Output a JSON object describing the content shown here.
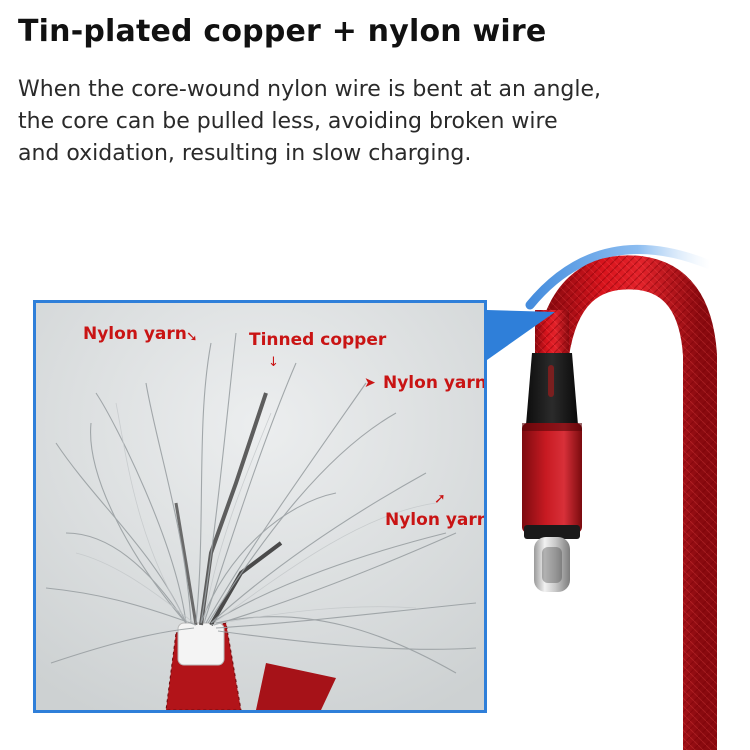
{
  "heading": "Tin-plated copper + nylon wire",
  "description": {
    "line1": "When the core-wound nylon wire is bent at an angle,",
    "line2": "the core can be pulled less, avoiding broken wire",
    "line3": "and oxidation, resulting in slow charging."
  },
  "callouts": {
    "nylon_yarn_1": "Nylon yarn",
    "tinned_copper": "Tinned copper",
    "nylon_yarn_2": "Nylon yarn",
    "nylon_yarn_3": "Nylon yarn"
  },
  "colors": {
    "frame_border": "#2f7fd9",
    "label_red": "#c91414",
    "cable_red": "#d0121c"
  },
  "icons": {
    "arrow": "red-arrow-icon"
  }
}
